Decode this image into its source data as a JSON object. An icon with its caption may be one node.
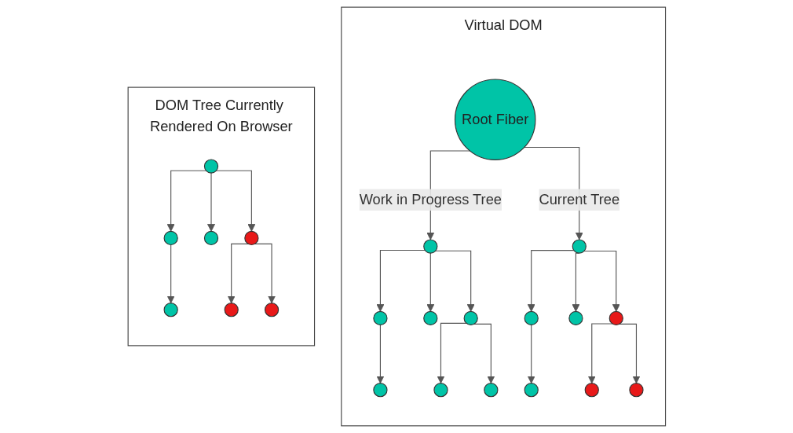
{
  "diagram": {
    "nodes": [
      {
        "text": [
          "DOM Tree Currently Rendered On Browser"
        ]
      },
      {
        "text": [],
        "shape": "circle",
        "in": 0
      },
      {
        "text": [],
        "shape": "circle",
        "in": 0
      },
      {
        "text": [],
        "shape": "circle",
        "in": 0
      },
      {
        "text": [],
        "shape": "circle",
        "in": 0
      },
      {
        "text": [],
        "shape": "circle",
        "in": 0
      },
      {
        "text": [],
        "shape": "circle",
        "in": 0
      },
      {
        "text": [],
        "shape": "circle",
        "in": 0
      },
      {
        "text": [
          "Virtual DOM"
        ]
      },
      {
        "text": [
          "Root Fiber"
        ],
        "in": 8
      },
      {
        "text": [],
        "shape": "circle",
        "in": 8
      },
      {
        "text": [],
        "shape": "circle",
        "in": 8
      },
      {
        "text": [],
        "shape": "circle",
        "in": 8
      },
      {
        "text": [],
        "shape": "circle",
        "in": 8
      },
      {
        "text": [],
        "shape": "circle",
        "in": 8
      },
      {
        "text": [],
        "shape": "circle",
        "in": 8
      },
      {
        "text": [],
        "shape": "circle",
        "in": 8
      },
      {
        "text": [],
        "shape": "circle",
        "in": 8
      },
      {
        "text": [],
        "shape": "circle",
        "in": 8
      },
      {
        "text": [],
        "shape": "circle",
        "in": 8
      },
      {
        "text": [],
        "shape": "circle",
        "in": 8
      },
      {
        "text": [],
        "shape": "circle",
        "in": 8
      },
      {
        "text": [],
        "shape": "circle",
        "in": 8
      },
      {
        "text": [],
        "shape": "circle",
        "in": 8
      }
    ],
    "edges": [
      {
        "from": 1,
        "to": 2,
        "arrow": "to"
      },
      {
        "from": 1,
        "to": 3,
        "arrow": "to"
      },
      {
        "from": 1,
        "to": 4,
        "arrow": "to"
      },
      {
        "from": 2,
        "to": 5,
        "arrow": "to"
      },
      {
        "from": 4,
        "to": 6,
        "arrow": "to"
      },
      {
        "from": 4,
        "to": 7,
        "arrow": "to"
      },
      {
        "from": 9,
        "to": 10,
        "label": "Work in Progress Tree",
        "arrow": "to"
      },
      {
        "from": 9,
        "to": 17,
        "label": "Current Tree",
        "arrow": "to"
      },
      {
        "from": 10,
        "to": 11,
        "arrow": "to"
      },
      {
        "from": 10,
        "to": 12,
        "arrow": "to"
      },
      {
        "from": 10,
        "to": 13,
        "arrow": "to"
      },
      {
        "from": 11,
        "to": 14,
        "arrow": "to"
      },
      {
        "from": 13,
        "to": 15,
        "arrow": "to"
      },
      {
        "from": 13,
        "to": 16,
        "arrow": "to"
      },
      {
        "from": 17,
        "to": 18,
        "arrow": "to"
      },
      {
        "from": 17,
        "to": 19,
        "arrow": "to"
      },
      {
        "from": 17,
        "to": 20,
        "arrow": "to"
      },
      {
        "from": 18,
        "to": 21,
        "arrow": "to"
      },
      {
        "from": 20,
        "to": 22,
        "arrow": "to"
      },
      {
        "from": 20,
        "to": 23,
        "arrow": "to"
      }
    ]
  }
}
